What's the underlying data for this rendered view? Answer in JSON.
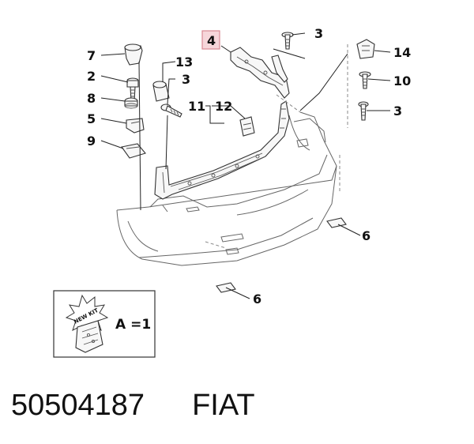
{
  "callouts": {
    "c7": "7",
    "c2": "2",
    "c8": "8",
    "c5": "5",
    "c9": "9",
    "c13": "13",
    "c3_left": "3",
    "c11": "11",
    "c12": "12",
    "c4": "4",
    "c3_top": "3",
    "c14": "14",
    "c10": "10",
    "c3_right": "3",
    "c6_right": "6",
    "c6_bottom": "6"
  },
  "kit": {
    "badge": "NEW KIT",
    "legend": "A =1"
  },
  "caption": {
    "part_number": "50504187",
    "brand": "FIAT"
  },
  "colors": {
    "highlight_fill": "#f6d6da",
    "highlight_stroke": "#d98a94"
  }
}
